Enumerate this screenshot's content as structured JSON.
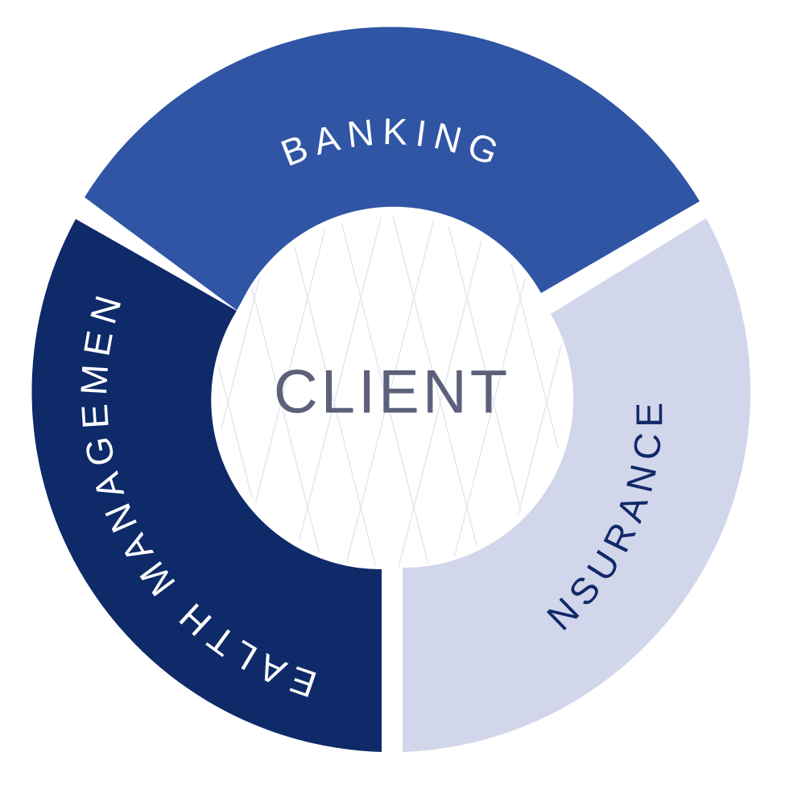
{
  "center": {
    "label": "CLIENT",
    "text_color": "#5c607a",
    "pattern_color": "#e7e8f1"
  },
  "segments": [
    {
      "id": "banking",
      "label": "BANKING",
      "fill": "#2f55a4",
      "text_color": "#ffffff"
    },
    {
      "id": "insurance",
      "label": "INSURANCE",
      "fill": "#d2d6eb",
      "text_color": "#11296a"
    },
    {
      "id": "wealth",
      "label": "WEALTH MANAGEMENT",
      "fill": "#0e2a69",
      "text_color": "#ffffff"
    }
  ]
}
